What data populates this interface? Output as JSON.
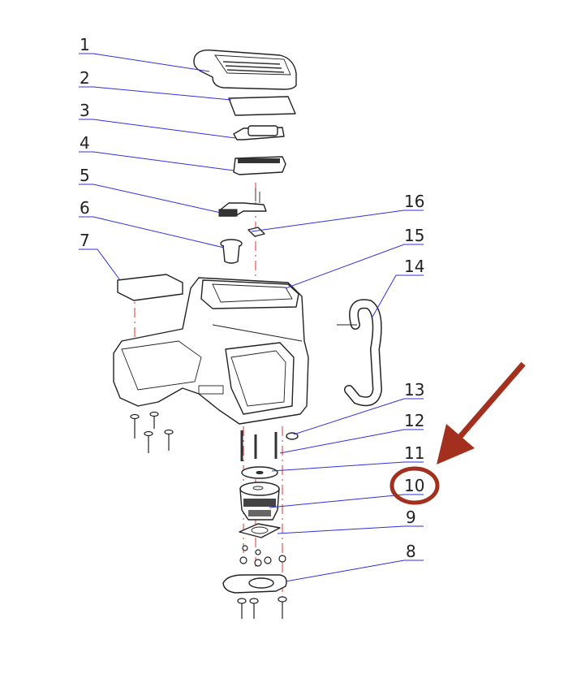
{
  "diagram": {
    "type": "exploded-parts-view",
    "callouts": [
      {
        "number": "1"
      },
      {
        "number": "2"
      },
      {
        "number": "3"
      },
      {
        "number": "4"
      },
      {
        "number": "5"
      },
      {
        "number": "6"
      },
      {
        "number": "7"
      },
      {
        "number": "8"
      },
      {
        "number": "9"
      },
      {
        "number": "10"
      },
      {
        "number": "11"
      },
      {
        "number": "12"
      },
      {
        "number": "13"
      },
      {
        "number": "14"
      },
      {
        "number": "15"
      },
      {
        "number": "16"
      }
    ],
    "highlight": {
      "number": "10",
      "color": "#a3301f"
    },
    "colors": {
      "leader": "#2f2fe0",
      "centerline": "#e03030",
      "arrow": "#a3301f"
    }
  }
}
